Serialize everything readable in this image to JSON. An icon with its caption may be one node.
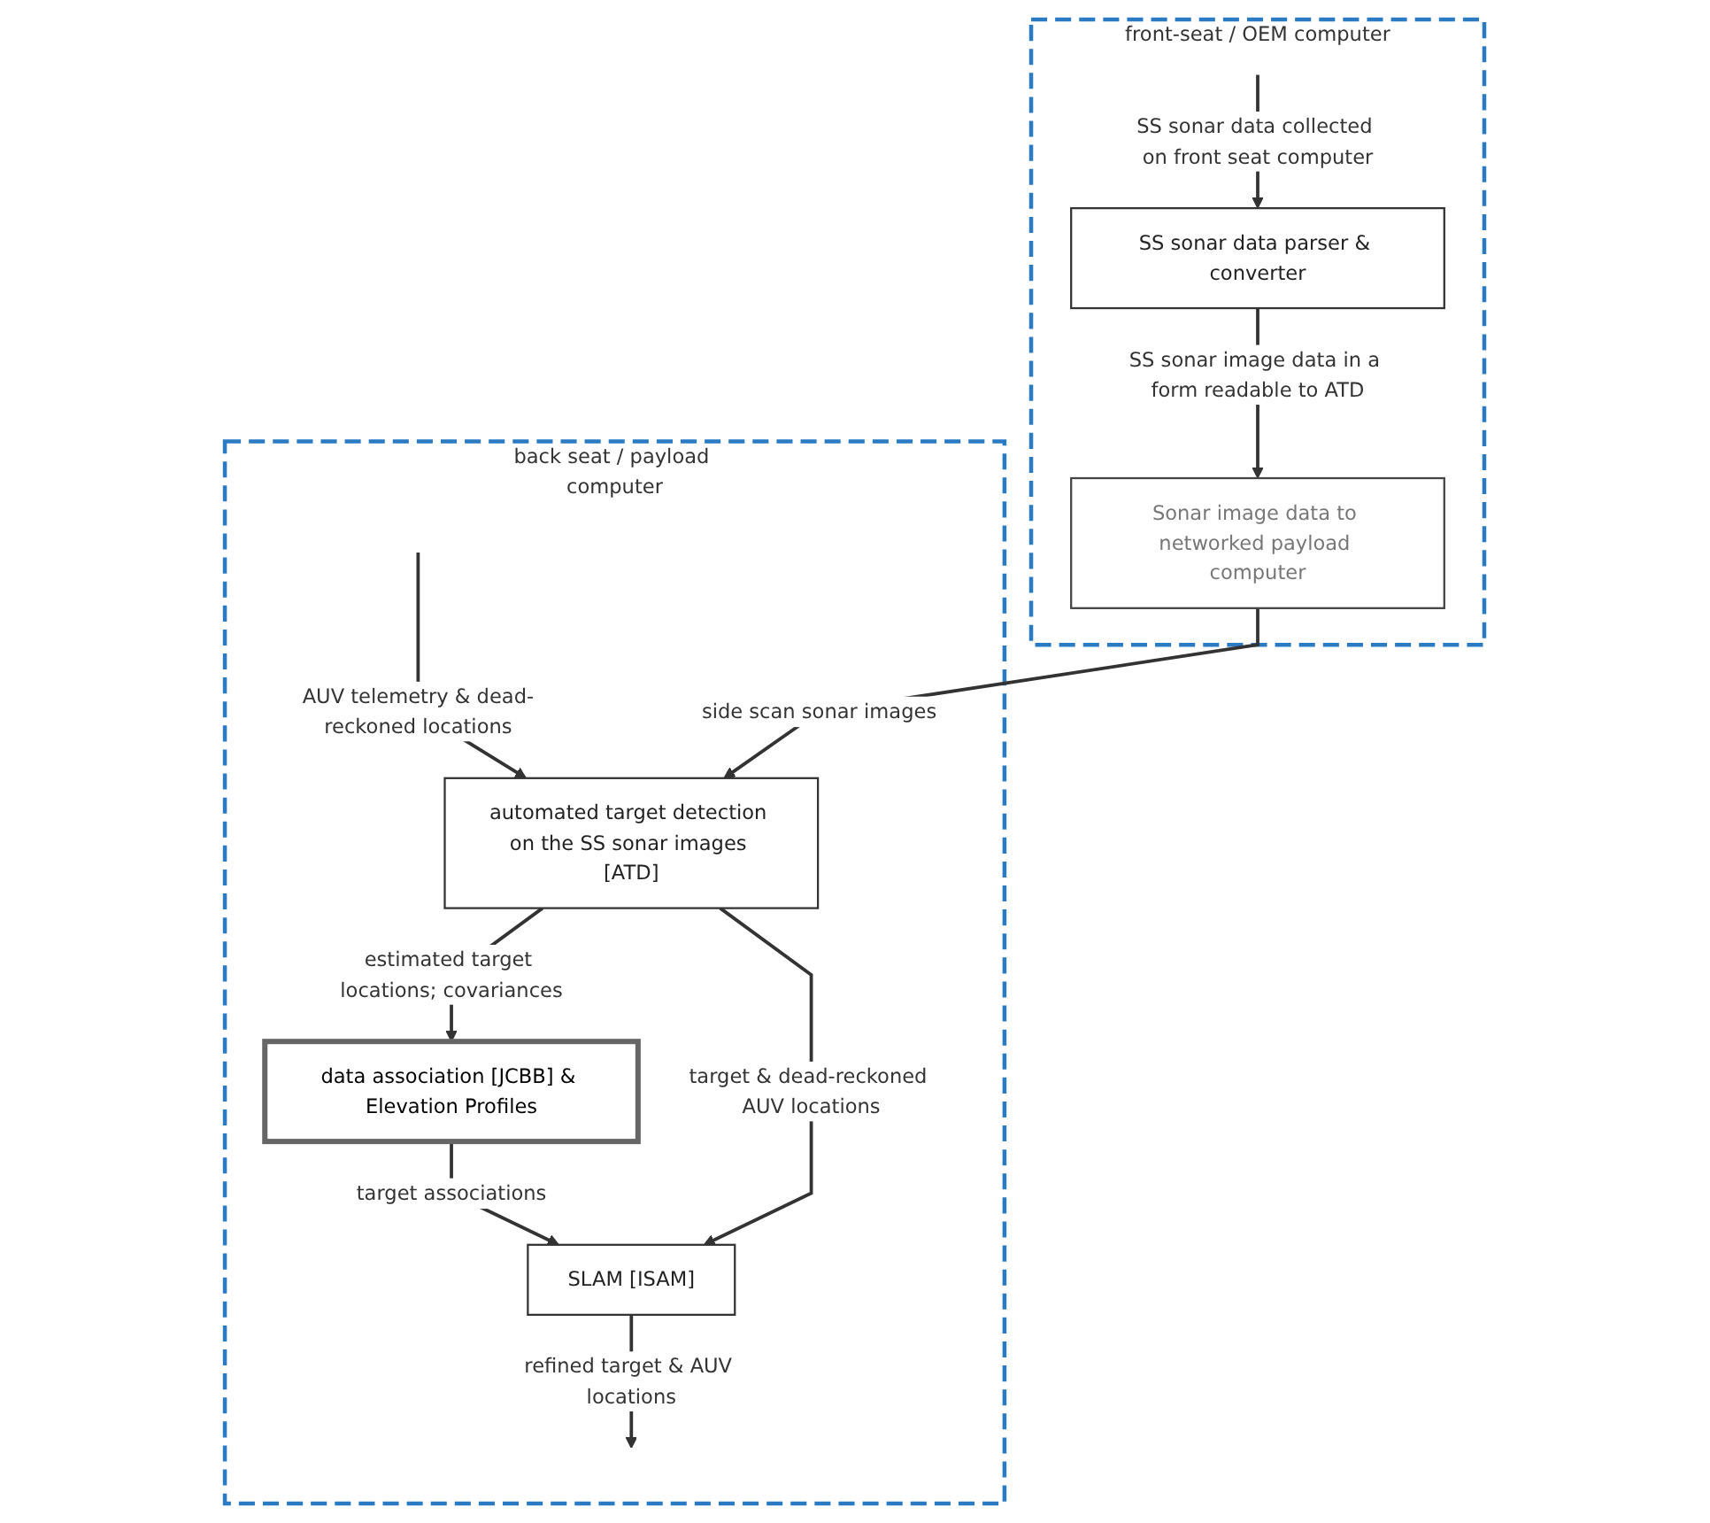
{
  "diagram": {
    "nodes": [
      {
        "text": [
          "front-seat / OEM computer"
        ]
      },
      {
        "text": [
          "SS sonar data parser & converter"
        ],
        "in": 0
      },
      {
        "text": [
          "Sonar image data to networked payload computer"
        ],
        "in": 0
      },
      {
        "text": [
          "back seat / payload computer"
        ]
      },
      {
        "text": [
          "SLAM [ISAM]"
        ],
        "in": 3
      },
      {
        "text": [
          "data association [JCBB] & Elevation Profiles"
        ],
        "in": 3
      },
      {
        "text": [
          "automated target detection on the SS sonar images [ATD]"
        ],
        "in": 3
      }
    ],
    "edges": [
      {
        "from": null,
        "to": 1,
        "arrow": "to",
        "label": "SS sonar data collected on front seat computer"
      },
      {
        "from": 1,
        "to": 2,
        "arrow": "to",
        "label": "SS sonar image data in a form readable to ATD"
      },
      {
        "from": null,
        "to": 6,
        "arrow": "to",
        "label": "AUV telemetry & dead-reckoned locations"
      },
      {
        "from": 2,
        "to": 6,
        "arrow": "to",
        "label": "side scan sonar images"
      },
      {
        "from": 6,
        "to": 5,
        "arrow": "to",
        "label": "estimated target locations; covariances"
      },
      {
        "from": 5,
        "to": 4,
        "arrow": "to",
        "label": "target associations"
      },
      {
        "from": 6,
        "to": 4,
        "arrow": "to",
        "label": "target & dead-reckoned AUV locations"
      },
      {
        "from": 4,
        "to": null,
        "arrow": "to",
        "label": "refined target & AUV locations"
      }
    ]
  }
}
